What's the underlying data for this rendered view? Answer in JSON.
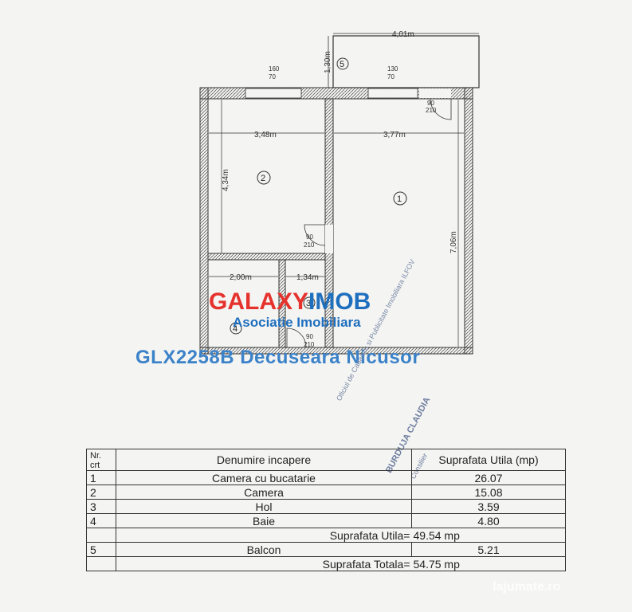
{
  "plan": {
    "dims": {
      "balcony_width": "4,01m",
      "balcony_depth": "1,30m",
      "room2_width": "3,48m",
      "room1_width": "3,77m",
      "room2_depth": "4,34m",
      "room1_depth": "7,06m",
      "bath_width": "2,00m",
      "hall_width": "1,34m"
    },
    "openings": {
      "window_left_top": "160",
      "window_left_bottom": "70",
      "window_right_top": "130",
      "window_right_bottom": "70",
      "door_balcony_top": "90",
      "door_balcony_bottom": "210",
      "door_room2_top": "90",
      "door_room2_bottom": "210",
      "door_hall_top": "90",
      "door_hall_bottom": "210"
    },
    "room_numbers": [
      "1",
      "2",
      "3",
      "4",
      "5"
    ]
  },
  "logo": {
    "part1": "GALAXY",
    "part2": "IMOB",
    "subtitle": "Asociatie Imobiliara"
  },
  "listing_title": "GLX2258B Decuseara Nicusor",
  "stamp": {
    "line1": "Oficiul de Cadastru si Publicitate Imobiliara ILFOV",
    "line2": "BURDUJA CLAUDIA",
    "line3": "Consilier"
  },
  "table": {
    "header": {
      "nr": "Nr. crt",
      "name": "Denumire incapere",
      "area": "Suprafata Utila (mp)"
    },
    "rows": [
      {
        "nr": "1",
        "name": "Camera cu bucatarie",
        "area": "26.07"
      },
      {
        "nr": "2",
        "name": "Camera",
        "area": "15.08"
      },
      {
        "nr": "3",
        "name": "Hol",
        "area": "3.59"
      },
      {
        "nr": "4",
        "name": "Baie",
        "area": "4.80"
      }
    ],
    "useful_label": "Suprafata Utila=",
    "useful_value": "49.54 mp",
    "balcony": {
      "nr": "5",
      "name": "Balcon",
      "area": "5.21"
    },
    "total_label": "Suprafata Totala=",
    "total_value": "54.75 mp"
  },
  "watermark": "lajumate.ro"
}
